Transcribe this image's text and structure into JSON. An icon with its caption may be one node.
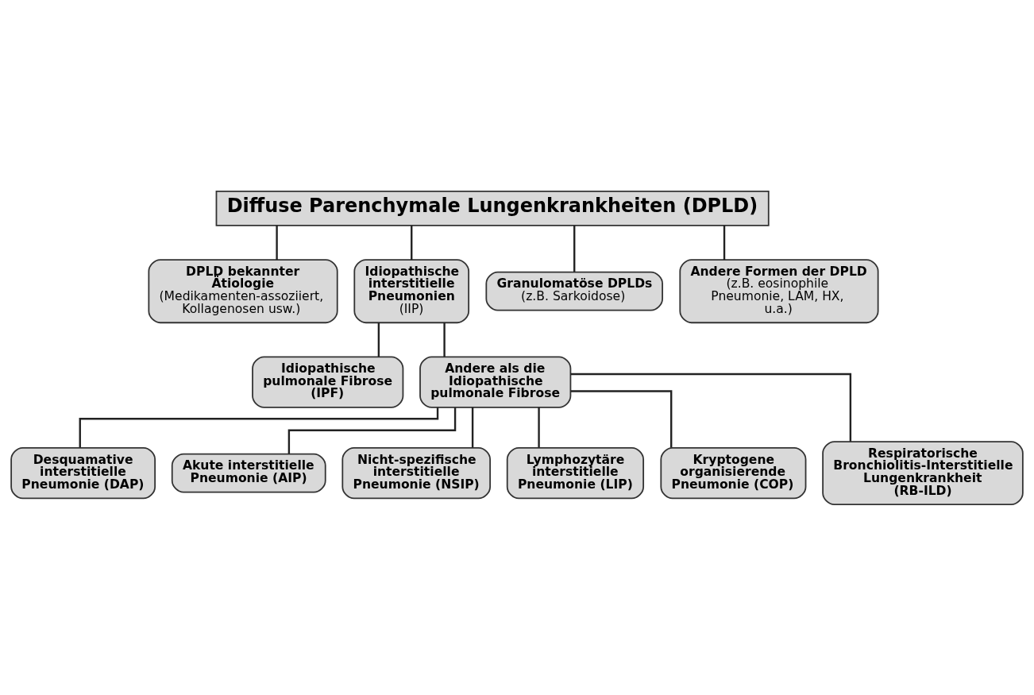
{
  "diagram": {
    "nodes": [
      {
        "text": [
          "Diffuse Parenchymale Lungenkrankheiten (DPLD)"
        ]
      },
      {
        "text": [
          "DPLD bekannter Ätiologie",
          "(Medikamenten-assoziiert, Kollagenosen usw.)"
        ]
      },
      {
        "text": [
          "Idiopathische interstitielle Pneumonien",
          "(IIP)"
        ]
      },
      {
        "text": [
          "Granulomatöse DPLDs",
          "(z.B. Sarkoidose)"
        ]
      },
      {
        "text": [
          "Andere Formen der DPLD",
          "(z.B. eosinophile Pneumonie, LAM, HX, u.a.)"
        ]
      },
      {
        "text": [
          "Idiopathische pulmonale Fibrose (IPF)"
        ]
      },
      {
        "text": [
          "Andere als die Idiopathische pulmonale Fibrose"
        ]
      },
      {
        "text": [
          "Desquamative interstitielle Pneumonie (DAP)"
        ]
      },
      {
        "text": [
          "Akute interstitielle Pneumonie (AIP)"
        ]
      },
      {
        "text": [
          "Nicht-spezifische interstitielle Pneumonie (NSIP)"
        ]
      },
      {
        "text": [
          "Lymphozytäre interstitielle Pneumonie (LIP)"
        ]
      },
      {
        "text": [
          "Kryptogene organisierende Pneumonie (COP)"
        ]
      },
      {
        "text": [
          "Respiratorische Bronchiolitis-Interstitielle Lungenkrankheit (RB-ILD)"
        ]
      }
    ],
    "edges": [
      {
        "from": 0,
        "to": 1,
        "arrow": "none"
      },
      {
        "from": 0,
        "to": 2,
        "arrow": "none"
      },
      {
        "from": 0,
        "to": 3,
        "arrow": "none"
      },
      {
        "from": 0,
        "to": 4,
        "arrow": "none"
      },
      {
        "from": 2,
        "to": 5,
        "arrow": "none"
      },
      {
        "from": 2,
        "to": 6,
        "arrow": "none"
      },
      {
        "from": 6,
        "to": 7,
        "arrow": "none"
      },
      {
        "from": 6,
        "to": 8,
        "arrow": "none"
      },
      {
        "from": 6,
        "to": 9,
        "arrow": "none"
      },
      {
        "from": 6,
        "to": 10,
        "arrow": "none"
      },
      {
        "from": 6,
        "to": 11,
        "arrow": "none"
      },
      {
        "from": 6,
        "to": 12,
        "arrow": "none"
      }
    ]
  }
}
